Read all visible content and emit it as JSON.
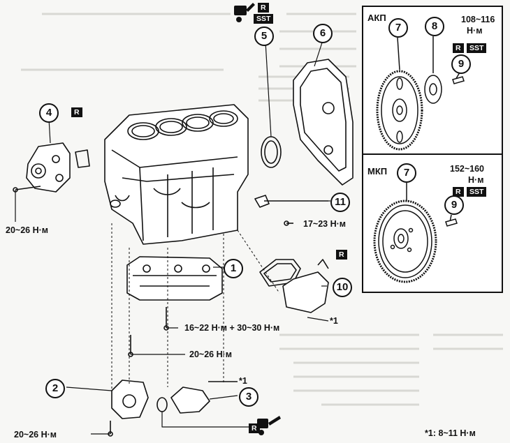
{
  "callouts": {
    "c1": "1",
    "c2": "2",
    "c3": "3",
    "c4": "4",
    "c5": "5",
    "c6": "6",
    "c7a": "7",
    "c8": "8",
    "c9a": "9",
    "c7b": "7",
    "c9b": "9",
    "c10": "10",
    "c11": "11"
  },
  "tags": {
    "r": "R",
    "sst": "SST"
  },
  "torques": {
    "pump_bolt": "20~26 Н·м",
    "bolt_11": "17~23 Н·м",
    "bolt_1": "16~22 Н·м + 30~30 Н·м",
    "bolt_1b": "20~26 Н·м",
    "note_ref": "*1",
    "bolt_2": "20~26 Н·м",
    "footnote": "*1: 8~11 Н·м"
  },
  "panel_akp": {
    "title": "АКП",
    "torque_line1": "108~116",
    "torque_line2": "Н·м"
  },
  "panel_mkp": {
    "title": "МКП",
    "torque_line1": "152~160",
    "torque_line2": "Н·м"
  }
}
